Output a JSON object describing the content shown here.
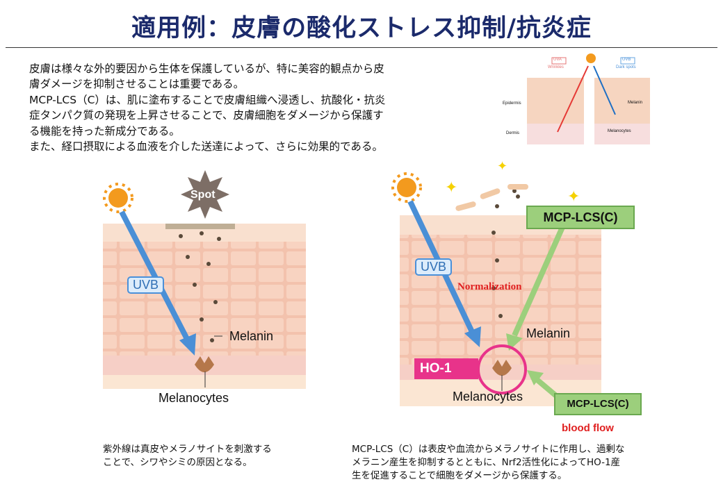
{
  "title": "適用例：皮膚の酸化ストレス抑制/抗炎症",
  "intro": [
    "皮膚は様々な外的要因から生体を保護しているが、特に美容的観点から皮",
    "膚ダメージを抑制させることは重要である。",
    "MCP-LCS（C）は、肌に塗布することで皮膚組織へ浸透し、抗酸化・抗炎",
    "症タンパク質の発現を上昇させることで、皮膚細胞をダメージから保護す",
    "る機能を持った新成分である。",
    "また、経口摂取による血液を介した送達によって、さらに効果的である。"
  ],
  "inset": {
    "uva": "UVA",
    "uva_sub": "Wrinkles",
    "uvb": "UVB",
    "uvb_sub": "Dark spots",
    "epidermis": "Epidermis",
    "dermis": "Dermis",
    "melanin": "Melanin",
    "melanocytes": "Melanocytes"
  },
  "left": {
    "spot": "Spot",
    "uvb": "UVB",
    "melanin": "Melanin",
    "melanocytes": "Melanocytes",
    "caption": [
      "紫外線は真皮やメラノサイトを刺激する",
      "ことで、シワやシミの原因となる。"
    ]
  },
  "right": {
    "mcp_top": "MCP-LCS(C)",
    "uvb": "UVB",
    "normalization": "Normalization",
    "melanin": "Melanin",
    "ho1": "HO-1",
    "melanocytes": "Melanocytes",
    "mcp_bottom": "MCP-LCS(C)",
    "blood_flow": "blood flow",
    "caption": [
      "MCP-LCS（C）は表皮や血流からメラノサイトに作用し、過剰な",
      "メラニン産生を抑制するとともに、Nrf2活性化によってHO-1産",
      "生を促進することで細胞をダメージから保護する。"
    ]
  },
  "colors": {
    "title": "#1b2a6b",
    "uvb_arrow": "#4a8fd6",
    "green": "#9ccf7c",
    "magenta": "#e8338a",
    "red": "#e02020"
  }
}
